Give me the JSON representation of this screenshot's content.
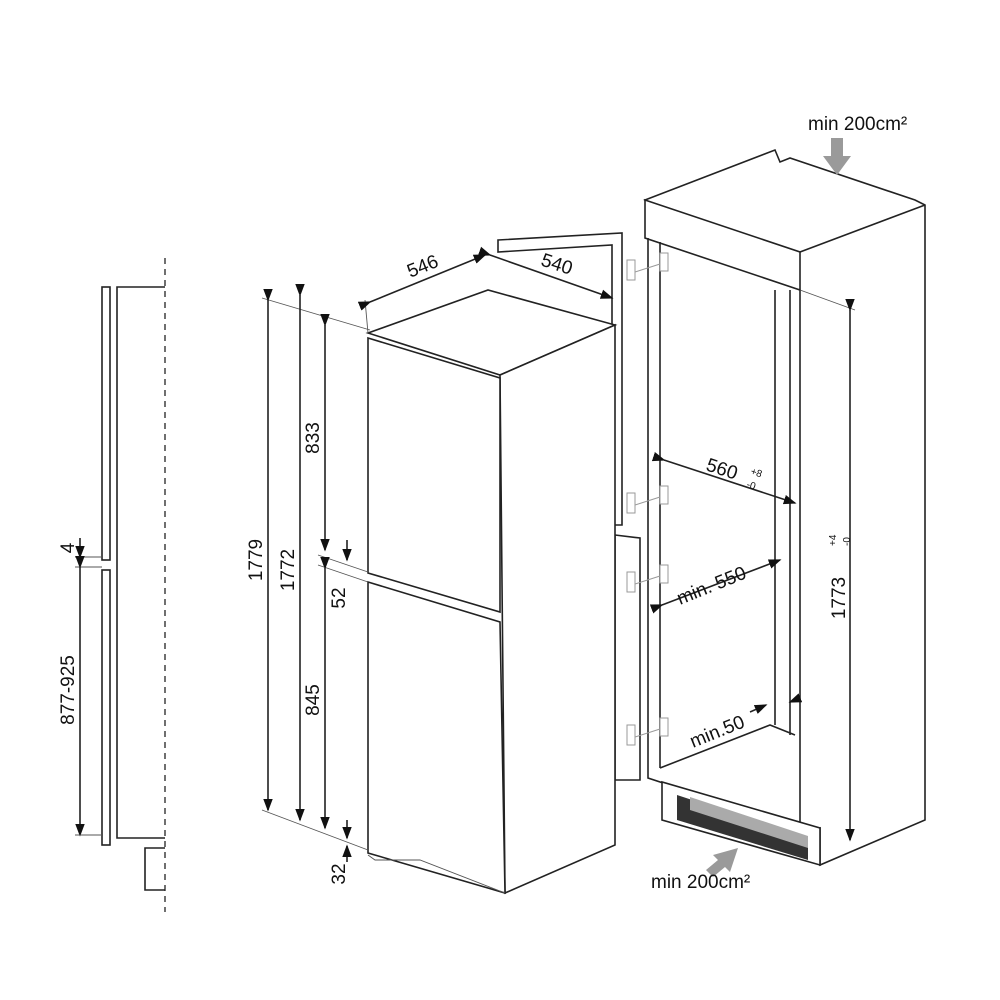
{
  "side_profile": {
    "gap_label": "4",
    "panel_height_label": "877-925"
  },
  "appliance": {
    "width_label": "546",
    "depth_label": "540",
    "total_height_label": "1779",
    "body_height_label": "1772",
    "upper_door_label": "833",
    "door_gap_label": "52",
    "lower_door_label": "845",
    "base_label": "32"
  },
  "niche": {
    "width_label": "560",
    "width_tol_plus": "+8",
    "width_tol_minus": "-0",
    "depth_label": "min. 550",
    "height_label": "1773",
    "height_tol_plus": "+4",
    "height_tol_minus": "-0",
    "rear_gap_label": "min.50",
    "top_vent_label": "min 200cm²",
    "bottom_vent_label": "min 200cm²",
    "vent_arrow_color": "#9a9a9a",
    "grille_color": "#333333"
  }
}
